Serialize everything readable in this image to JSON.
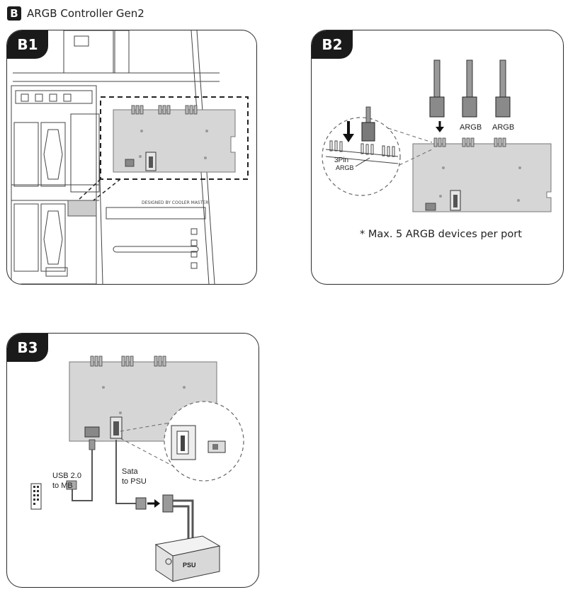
{
  "header": {
    "badge": "B",
    "title": "ARGB Controller Gen2"
  },
  "panels": {
    "b1": {
      "tag": "B1",
      "chassis_text": "DESIGNED BY COOLER MASTER"
    },
    "b2": {
      "tag": "B2",
      "port_label_1": "ARGB",
      "port_label_2": "ARGB",
      "pin_label_line1": "3Pin",
      "pin_label_line2": "ARGB",
      "note": "* Max. 5 ARGB devices per port"
    },
    "b3": {
      "tag": "B3",
      "usb_label_line1": "USB 2.0",
      "usb_label_line2": "to MB",
      "sata_label_line1": "Sata",
      "sata_label_line2": "to PSU",
      "psu_label": "PSU"
    }
  },
  "colors": {
    "board": "#d6d6d6",
    "board_edge": "#7a7a7a",
    "line": "#333333",
    "dark": "#1a1a1a"
  }
}
